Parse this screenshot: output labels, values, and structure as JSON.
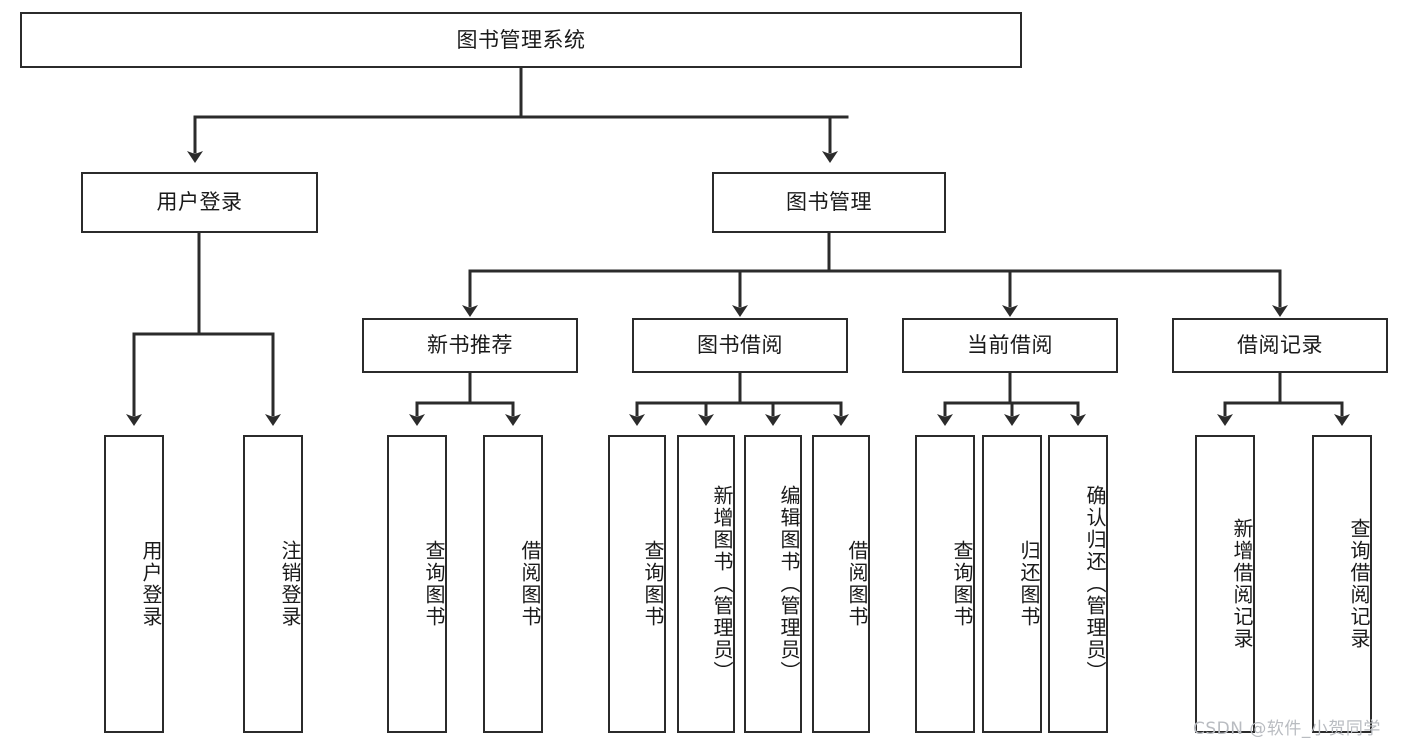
{
  "diagram": {
    "title": "图书管理系统",
    "watermark": "CSDN @软件_小贺同学",
    "colors": {
      "stroke": "#2b2b2b",
      "fill": "#ffffff",
      "text": "#1a1a1a",
      "watermark": "#b9bcc1"
    },
    "levels": {
      "root": {
        "label": "图书管理系统"
      },
      "level2": [
        {
          "id": "user-login",
          "label": "用户登录"
        },
        {
          "id": "book-management",
          "label": "图书管理"
        }
      ],
      "level3": [
        {
          "id": "new-book-recommend",
          "label": "新书推荐"
        },
        {
          "id": "book-borrow",
          "label": "图书借阅"
        },
        {
          "id": "current-borrow",
          "label": "当前借阅"
        },
        {
          "id": "borrow-record",
          "label": "借阅记录"
        }
      ],
      "leaves": {
        "user-login": [
          {
            "id": "leaf-user-login",
            "label": "用户登录"
          },
          {
            "id": "leaf-logout-login",
            "label": "注销登录"
          }
        ],
        "new-book-recommend": [
          {
            "id": "leaf-query-book-1",
            "label": "查询图书"
          },
          {
            "id": "leaf-borrow-book-1",
            "label": "借阅图书"
          }
        ],
        "book-borrow": [
          {
            "id": "leaf-query-book-2",
            "label": "查询图书"
          },
          {
            "id": "leaf-add-book",
            "label": "新增图书（管理员）"
          },
          {
            "id": "leaf-edit-book",
            "label": "编辑图书（管理员）"
          },
          {
            "id": "leaf-borrow-book-2",
            "label": "借阅图书"
          }
        ],
        "current-borrow": [
          {
            "id": "leaf-query-book-3",
            "label": "查询图书"
          },
          {
            "id": "leaf-return-book",
            "label": "归还图书"
          },
          {
            "id": "leaf-confirm-return",
            "label": "确认归还（管理员）"
          }
        ],
        "borrow-record": [
          {
            "id": "leaf-add-record",
            "label": "新增借阅记录"
          },
          {
            "id": "leaf-query-record",
            "label": "查询借阅记录"
          }
        ]
      }
    }
  }
}
